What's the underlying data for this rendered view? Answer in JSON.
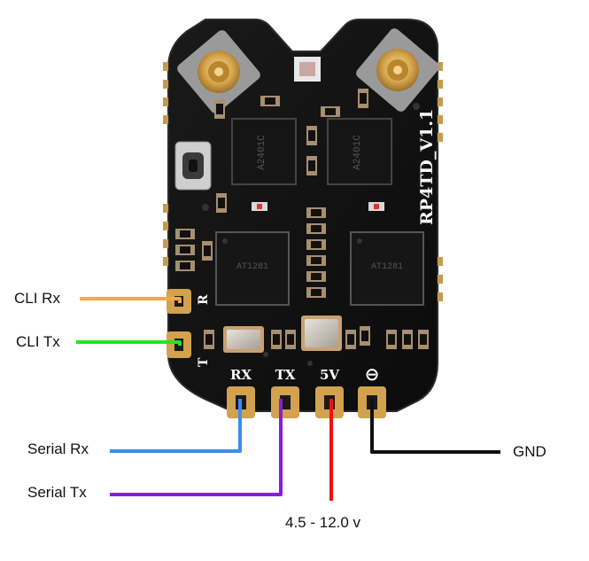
{
  "board": {
    "name": "RP4TD_V1.1",
    "pad_labels": {
      "rx": "RX",
      "tx": "TX",
      "v5": "5V",
      "gnd": "⊖",
      "r": "R",
      "t": "T"
    },
    "chip_marks": [
      "A2401C",
      "A2401C"
    ],
    "mcu_marks": [
      "AT1281",
      "AT1281"
    ]
  },
  "wires": {
    "cli_rx": {
      "label": "CLI Rx",
      "color": "#f9a64a"
    },
    "cli_tx": {
      "label": "CLI Tx",
      "color": "#22e61e"
    },
    "serial_rx": {
      "label": "Serial Rx",
      "color": "#3b8cf0"
    },
    "serial_tx": {
      "label": "Serial Tx",
      "color": "#8b1ae0"
    },
    "power": {
      "label": "4.5 - 12.0 v",
      "color": "#f01010"
    },
    "gnd": {
      "label": "GND",
      "color": "#111111"
    }
  }
}
